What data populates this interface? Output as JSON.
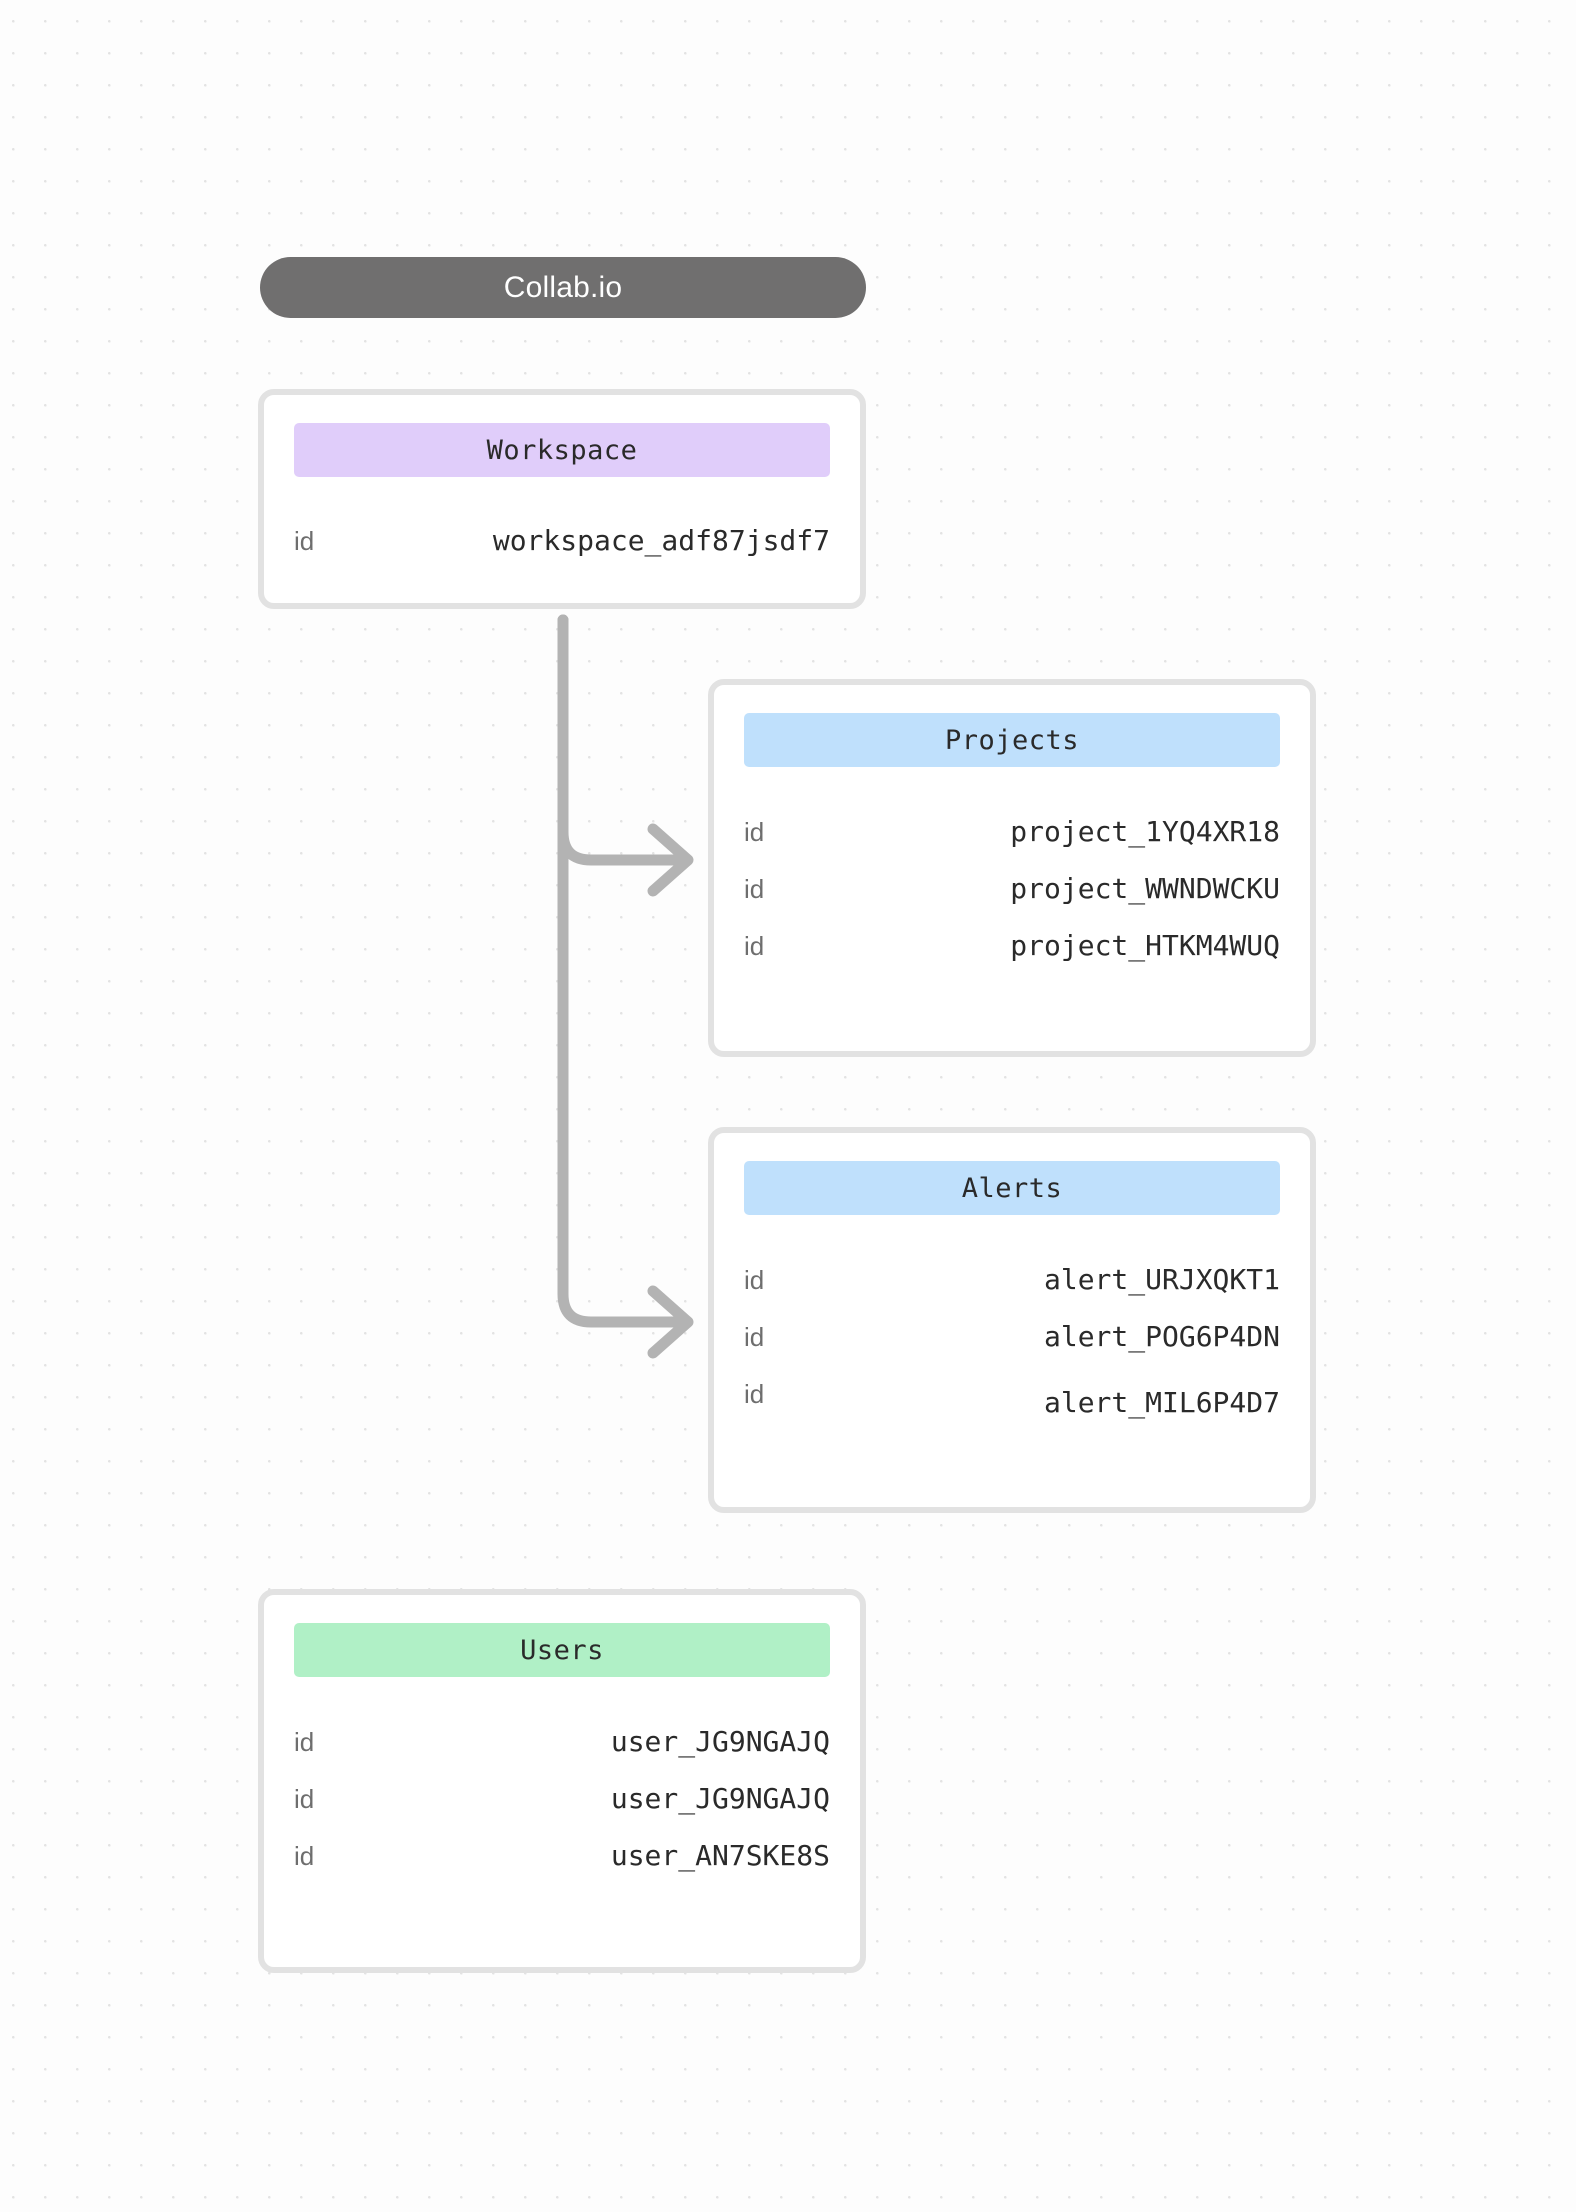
{
  "app": {
    "title": "Collab.io"
  },
  "theme": {
    "background": "#fdfdfd",
    "dot_grid": "#e3e3e3",
    "card_border": "#e2e2e2",
    "card_fill": "#ffffff",
    "pill_fill": "#706f6f",
    "pill_text": "#ffffff",
    "chip_workspace": "#e0cdfa",
    "chip_projects": "#bfe0fc",
    "chip_alerts": "#bfe0fc",
    "chip_users": "#b0f0c6",
    "key_text": "#6e6e6e",
    "value_text": "#2a2a2a",
    "connector": "#b3b3b3"
  },
  "entities": [
    {
      "name": "workspace",
      "title": "Workspace",
      "chip_color": "#e0cdfa",
      "rows": [
        {
          "key": "id",
          "value": "workspace_adf87jsdf7"
        }
      ]
    },
    {
      "name": "projects",
      "title": "Projects",
      "chip_color": "#bfe0fc",
      "rows": [
        {
          "key": "id",
          "value": "project_1YQ4XR18"
        },
        {
          "key": "id",
          "value": "project_WWNDWCKU"
        },
        {
          "key": "id",
          "value": "project_HTKM4WUQ"
        }
      ]
    },
    {
      "name": "alerts",
      "title": "Alerts",
      "chip_color": "#bfe0fc",
      "rows": [
        {
          "key": "id",
          "value": "alert_URJXQKT1"
        },
        {
          "key": "id",
          "value": "alert_POG6P4DN"
        },
        {
          "key": "id",
          "value": "alert_MIL6P4D7"
        }
      ]
    },
    {
      "name": "users",
      "title": "Users",
      "chip_color": "#b0f0c6",
      "rows": [
        {
          "key": "id",
          "value": "user_JG9NGAJQ"
        },
        {
          "key": "id",
          "value": "user_JG9NGAJQ"
        },
        {
          "key": "id",
          "value": "user_AN7SKE8S"
        }
      ]
    }
  ],
  "connections": [
    {
      "from": "workspace",
      "to": "projects"
    },
    {
      "from": "workspace",
      "to": "alerts"
    }
  ]
}
